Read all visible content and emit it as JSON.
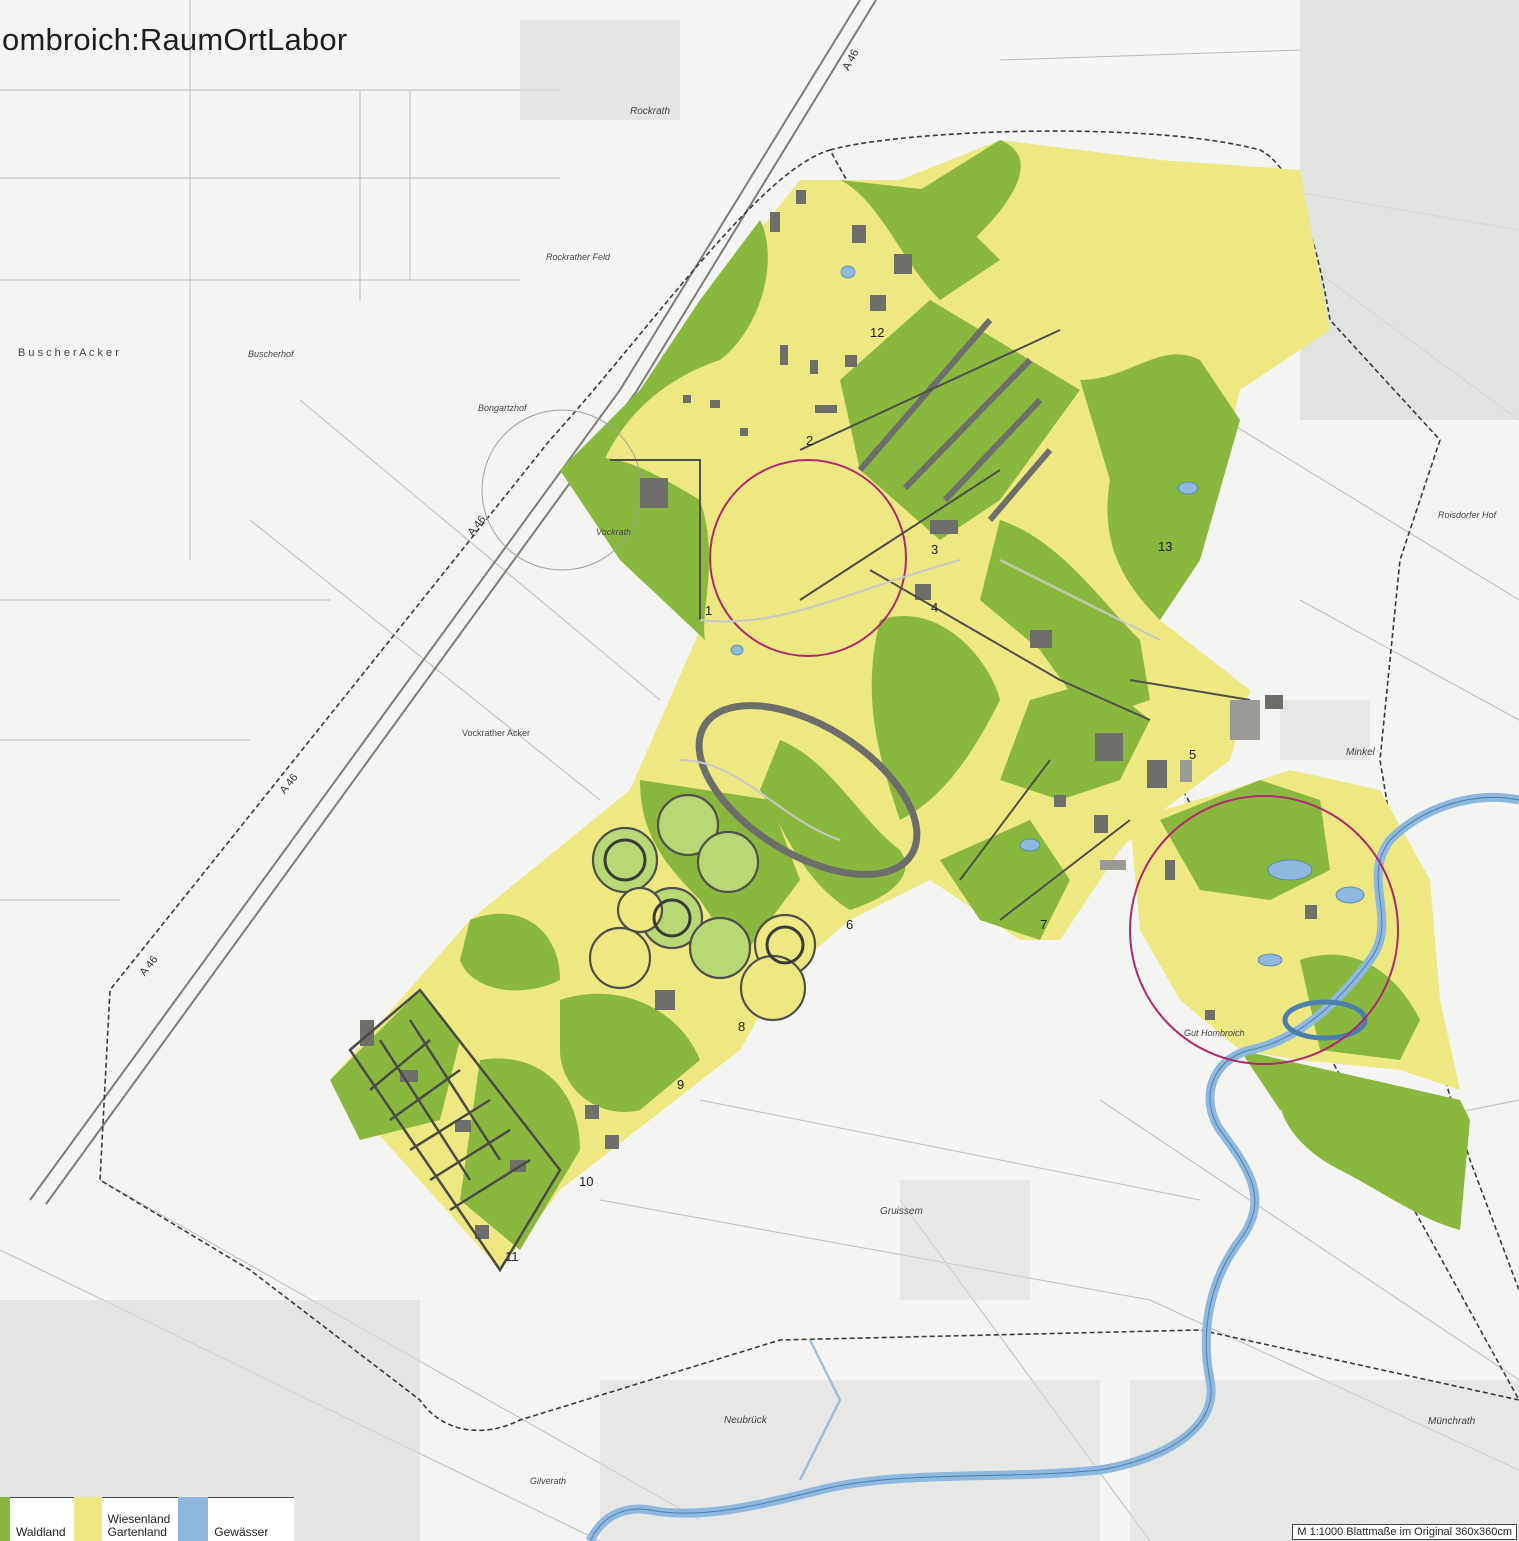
{
  "title": "ombroich:RaumOrtLabor",
  "legend": {
    "items": [
      {
        "label": "Waldland",
        "color": "#8ab83e"
      },
      {
        "label_line1": "Wiesenland",
        "label_line2": "Gartenland",
        "color": "#ede882"
      },
      {
        "label": "Gewässer",
        "color": "#8eb8dd"
      }
    ]
  },
  "scale_text": "M 1:1000 Blattmaße im Original 360x360cm",
  "colors": {
    "forest": "#8ab83e",
    "meadow": "#ede882",
    "water": "#8eb8dd",
    "highlight": "#b0286e"
  },
  "site_numbers": [
    "1",
    "2",
    "3",
    "4",
    "5",
    "6",
    "7",
    "8",
    "9",
    "10",
    "11",
    "12",
    "13"
  ],
  "places": {
    "rockrath": "Rockrath",
    "rockrather_feld": "Rockrather Feld",
    "buscher_acker": "B u s c h e r   A c k e r",
    "buscherhof": "Buscherhof",
    "bongartzhof": "Bongartzhof",
    "vockrath": "Vockrath",
    "vockrather_acker": "Vockrather Acker",
    "minkel": "Minkel",
    "gruissem": "Gruissem",
    "neubrueck": "Neubrück",
    "muenchrath": "Münchrath",
    "roisdorfer_hof": "Roisdorfer Hof",
    "gilverath": "Gilverath",
    "hombroich": "Gut Hombroich"
  },
  "roads": {
    "a46_1": "A 46",
    "a46_2": "A 46",
    "a46_3": "A 46",
    "a46_4": "A 46"
  }
}
